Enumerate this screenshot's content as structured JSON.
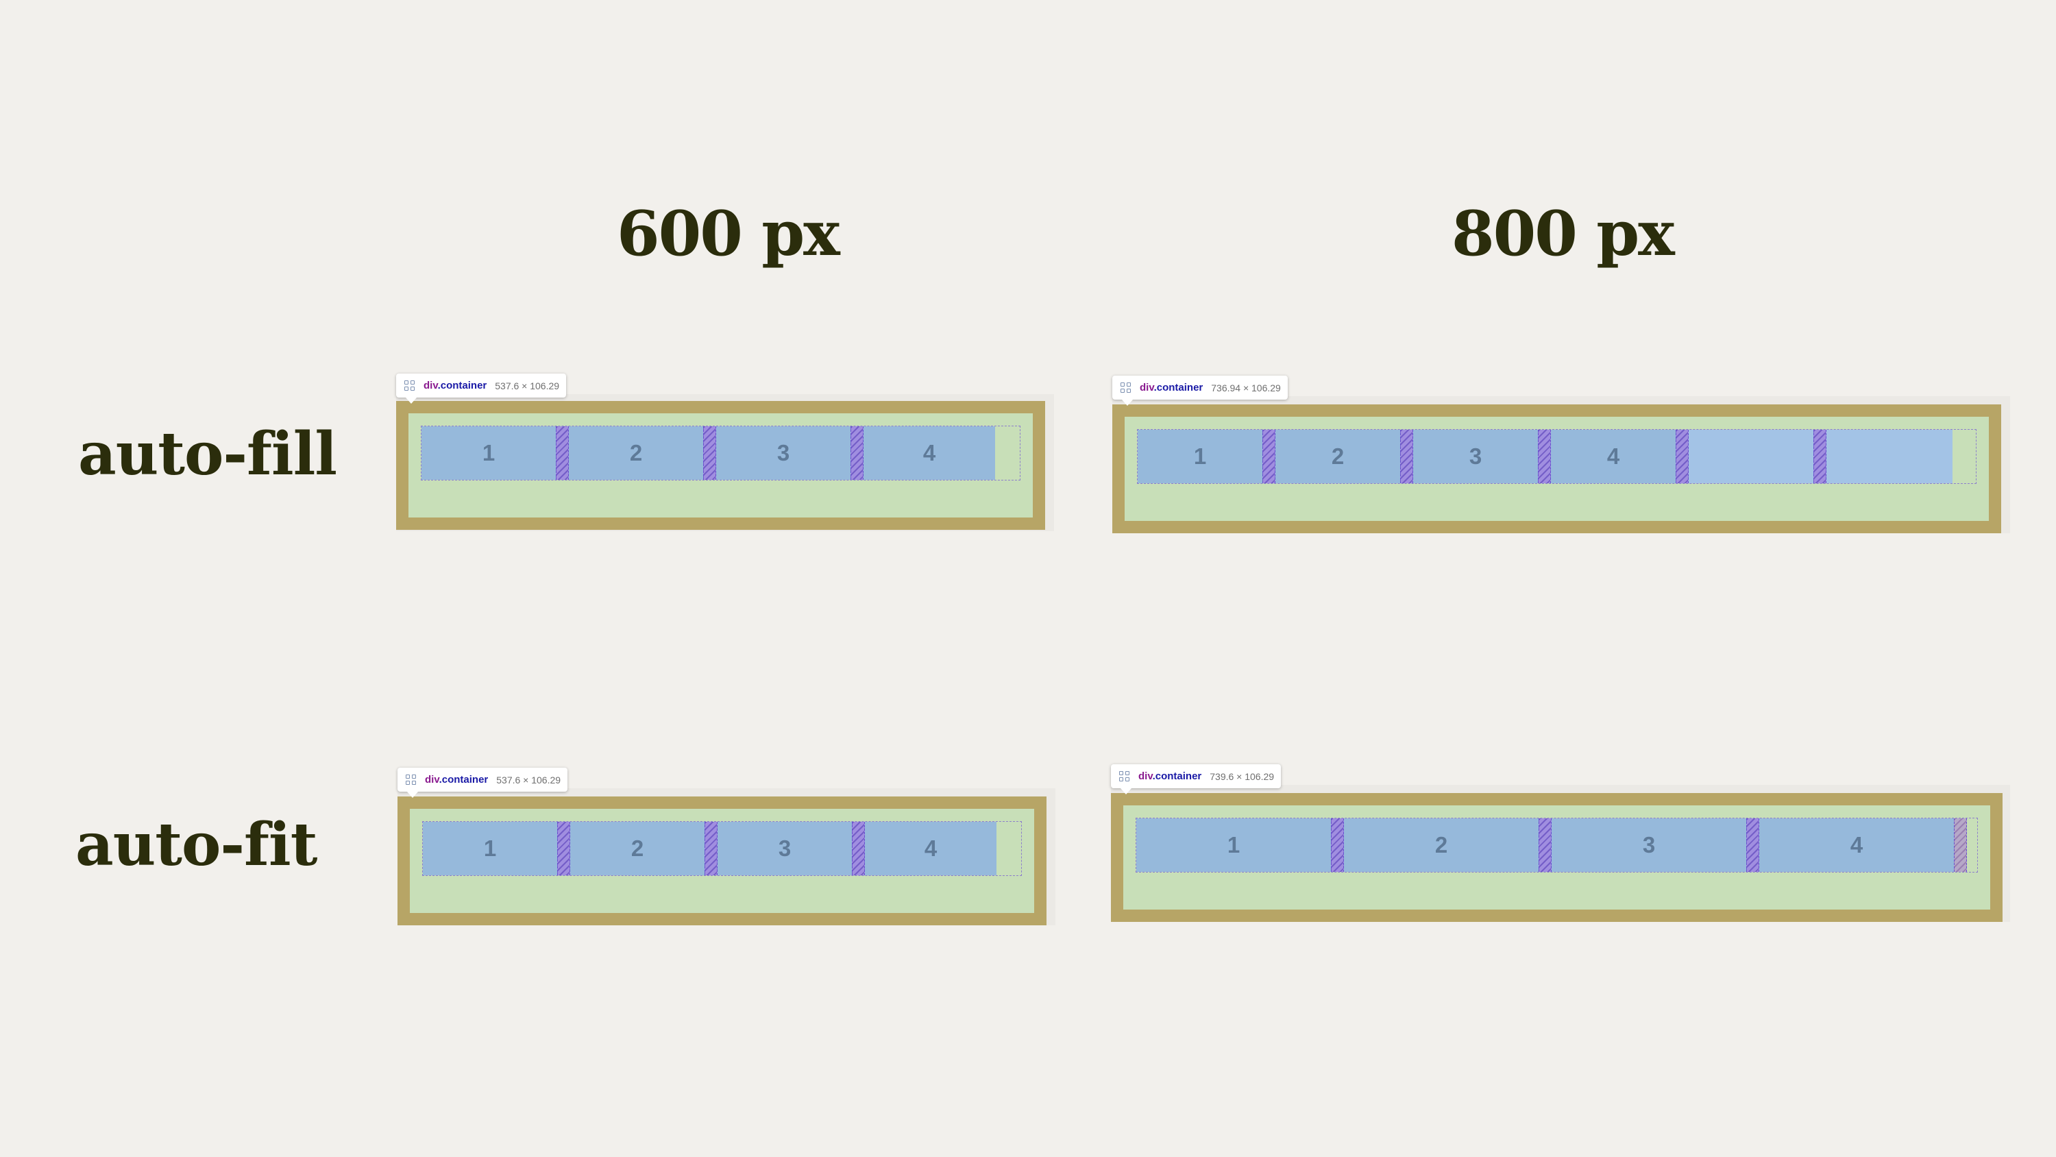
{
  "columns": {
    "left": "600 px",
    "right": "800 px"
  },
  "rows": {
    "top": "auto-fill",
    "bottom": "auto-fit"
  },
  "tooltip": {
    "tag": "div",
    "class": ".container"
  },
  "demos": {
    "fill600": {
      "size": "537.6 × 106.29",
      "items": [
        "1",
        "2",
        "3",
        "4"
      ]
    },
    "fill800": {
      "size": "736.94 × 106.29",
      "items": [
        "1",
        "2",
        "3",
        "4"
      ],
      "empty_tracks": 2
    },
    "fit600": {
      "size": "537.6 × 106.29",
      "items": [
        "1",
        "2",
        "3",
        "4"
      ]
    },
    "fit800": {
      "size": "739.6 × 106.29",
      "items": [
        "1",
        "2",
        "3",
        "4"
      ]
    }
  },
  "colors": {
    "background": "#f2f0ec",
    "heading": "#2b2d0c",
    "container_border": "#b7a566",
    "container_padding": "#c8dfb8",
    "grid_item": "#96b9db",
    "grid_gap": "#a08ee0"
  }
}
